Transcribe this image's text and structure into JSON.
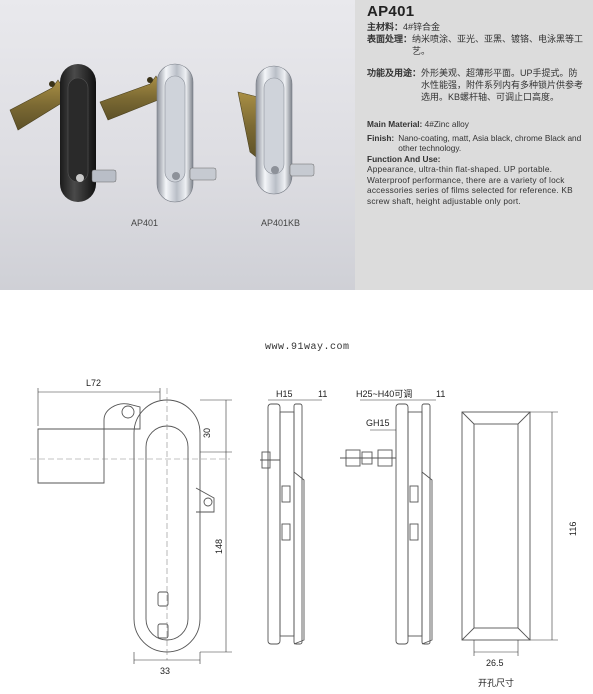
{
  "captions": {
    "product_1": "AP401",
    "product_2": "AP401KB"
  },
  "spec": {
    "model": "AP401",
    "material_label": "主材料：",
    "material_value": "4#锌合金",
    "surface_label": "表面处理：",
    "surface_value": "纳米喷涂、亚光、亚黑、镀铬、电泳黑等工艺。",
    "function_label": "功能及用途：",
    "function_value": "外形美观、超薄形平面。UP手提式。防水性能强，附件系列内有多种锁片供参考选用。KB螺杆轴、可调止口高度。",
    "main_material_label": "Main Material:",
    "main_material_value": "4#Zinc alloy",
    "finish_label": "Finish:",
    "finish_value": "Nano-coating, matt, Asia black, chrome Black and other technology.",
    "function_use_label": "Function And Use:",
    "function_use_value": "Appearance, ultra-thin flat-shaped. UP portable. Waterproof performance, there are a variety of lock accessories series of films selected for reference. KB screw shaft, height adjustable only port."
  },
  "watermark": "www.91way.com",
  "dimensions": {
    "length": "L72",
    "top_offset": "30",
    "height": "148",
    "width": "33",
    "h15": "H15",
    "side_11a": "11",
    "h_adjust": "H25~H40可调",
    "side_11b": "11",
    "gh15": "GH15",
    "cutout_height": "116",
    "cutout_width": "26.5",
    "cutout_label": "开孔尺寸"
  }
}
